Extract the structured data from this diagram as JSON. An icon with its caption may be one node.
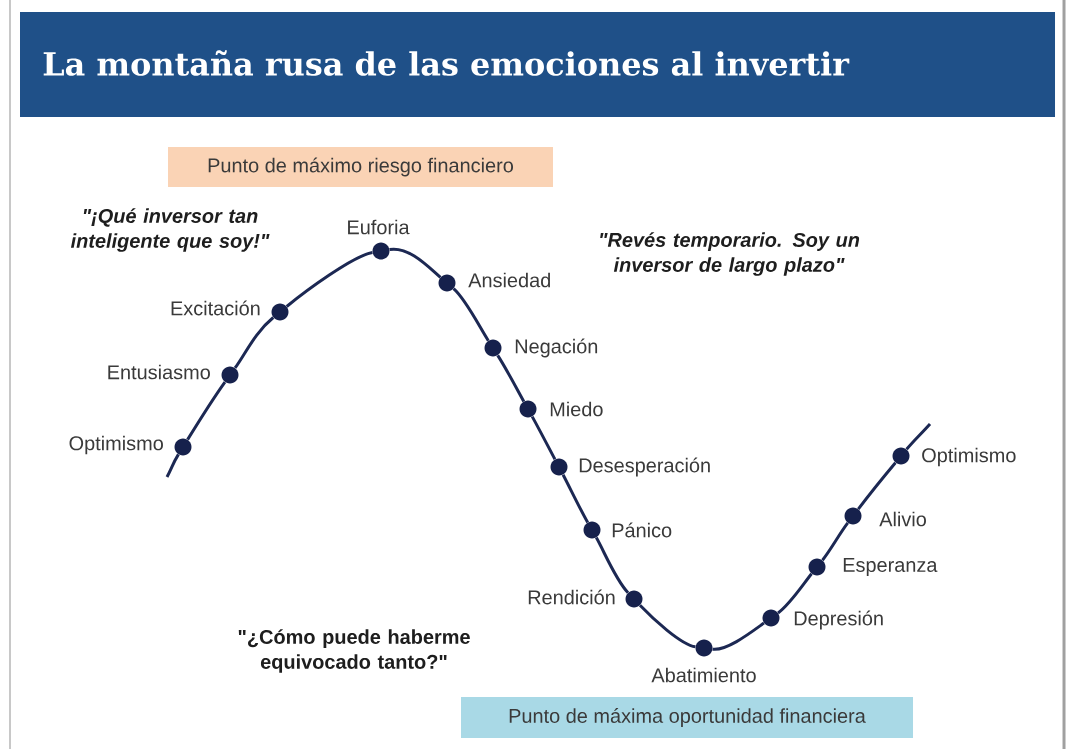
{
  "diagram": {
    "title": "La montaña rusa de las emociones al invertir",
    "nodes": [
      {
        "text": [
          "Punto de máximo riesgo financiero"
        ]
      },
      {
        "text": [
          "Optimismo"
        ]
      },
      {
        "text": [
          "Entusiasmo"
        ]
      },
      {
        "text": [
          "Excitación"
        ]
      },
      {
        "text": [
          "Euforia"
        ]
      },
      {
        "text": [
          "Ansiedad"
        ]
      },
      {
        "text": [
          "Negación"
        ]
      },
      {
        "text": [
          "Miedo"
        ]
      },
      {
        "text": [
          "Desesperación"
        ]
      },
      {
        "text": [
          "Pánico"
        ]
      },
      {
        "text": [
          "Rendición"
        ]
      },
      {
        "text": [
          "Abatimiento"
        ]
      },
      {
        "text": [
          "Depresión"
        ]
      },
      {
        "text": [
          "Esperanza"
        ]
      },
      {
        "text": [
          "Alivio"
        ]
      },
      {
        "text": [
          "Optimismo"
        ]
      },
      {
        "text": [
          "Punto de máxima oportunidad financiera"
        ]
      }
    ],
    "edges": [
      {
        "from": null,
        "to": 1,
        "arrow": "none"
      },
      {
        "from": 1,
        "to": 2,
        "arrow": "none"
      },
      {
        "from": 2,
        "to": 3,
        "arrow": "none"
      },
      {
        "from": 3,
        "to": 4,
        "arrow": "none"
      },
      {
        "from": 4,
        "to": 5,
        "arrow": "none"
      },
      {
        "from": 5,
        "to": 6,
        "arrow": "none"
      },
      {
        "from": 6,
        "to": 7,
        "arrow": "none"
      },
      {
        "from": 7,
        "to": 8,
        "arrow": "none"
      },
      {
        "from": 8,
        "to": 9,
        "arrow": "none"
      },
      {
        "from": 9,
        "to": 10,
        "arrow": "none"
      },
      {
        "from": 10,
        "to": 11,
        "arrow": "none"
      },
      {
        "from": 11,
        "to": 12,
        "arrow": "none"
      },
      {
        "from": 12,
        "to": 13,
        "arrow": "none"
      },
      {
        "from": 13,
        "to": 14,
        "arrow": "none"
      },
      {
        "from": 14,
        "to": 15,
        "arrow": "none"
      },
      {
        "from": 15,
        "to": null,
        "arrow": "none"
      }
    ],
    "labels": [
      "\"¡Qué inversor tan inteligente que soy!\"",
      "\"Revés temporario. Soy un inversor de largo plazo\"",
      "\"¿Cómo puede haberme equivocado tanto?\""
    ]
  }
}
